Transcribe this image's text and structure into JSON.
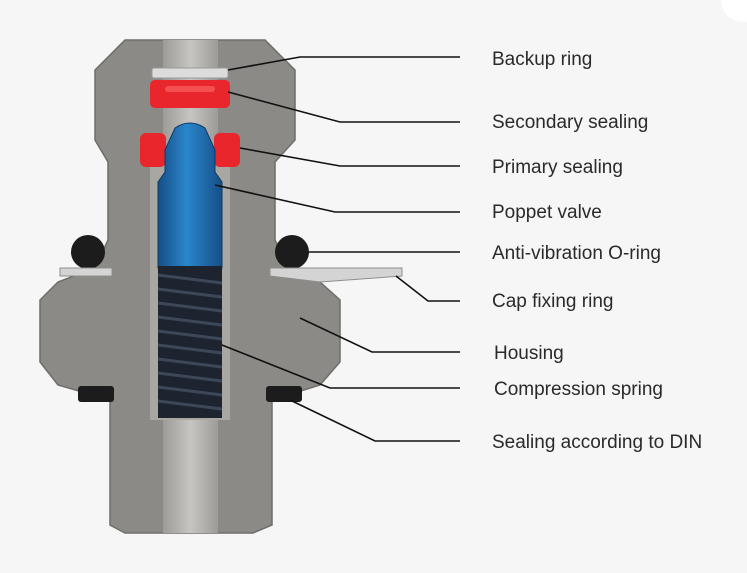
{
  "diagram": {
    "labels": {
      "backup_ring": "Backup ring",
      "secondary_sealing": "Secondary sealing",
      "primary_sealing": "Primary sealing",
      "poppet_valve": "Poppet valve",
      "anti_vibration_oring": "Anti-vibration O-ring",
      "cap_fixing_ring": "Cap fixing ring",
      "housing": "Housing",
      "compression_spring": "Compression spring",
      "sealing_din": "Sealing according to DIN"
    },
    "colors": {
      "background": "#f6f6f6",
      "housing": "#8c8a86",
      "housing_edge": "#6f6d69",
      "bore": "#b7b5b0",
      "seal_red": "#e8262b",
      "poppet_blue": "#1f6fb0",
      "spring": "#1d2430",
      "oring": "#1c1c1c",
      "backup_ring": "#dcdcdc",
      "leader_line": "#111111"
    },
    "icons": [
      "valve-cross-section-illustration"
    ]
  }
}
